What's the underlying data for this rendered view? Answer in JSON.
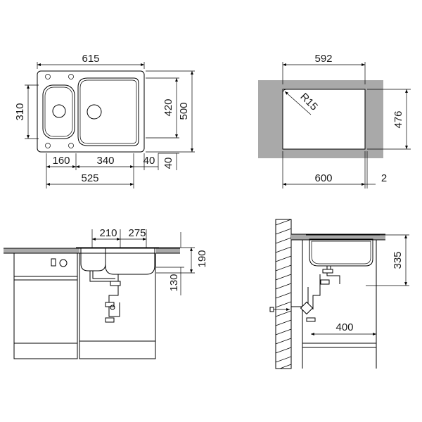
{
  "top_view": {
    "overall_width": "615",
    "overall_depth": "500",
    "bowl_depth": "420",
    "small_bowl_depth": "310",
    "offset_left": "160",
    "bowl_spacing": "340",
    "offset_right": "40",
    "inner_length": "525",
    "edge_margin": "40"
  },
  "cutout_view": {
    "cutout_width": "592",
    "cutout_depth": "476",
    "corner_radius": "R15",
    "cabinet_width": "600",
    "gap": "2"
  },
  "front_view": {
    "small_bowl_width": "210",
    "large_bowl_width": "275",
    "bowl_height": "190",
    "drain_height": "130"
  },
  "side_view": {
    "sink_height": "335",
    "drain_offset": "400"
  }
}
